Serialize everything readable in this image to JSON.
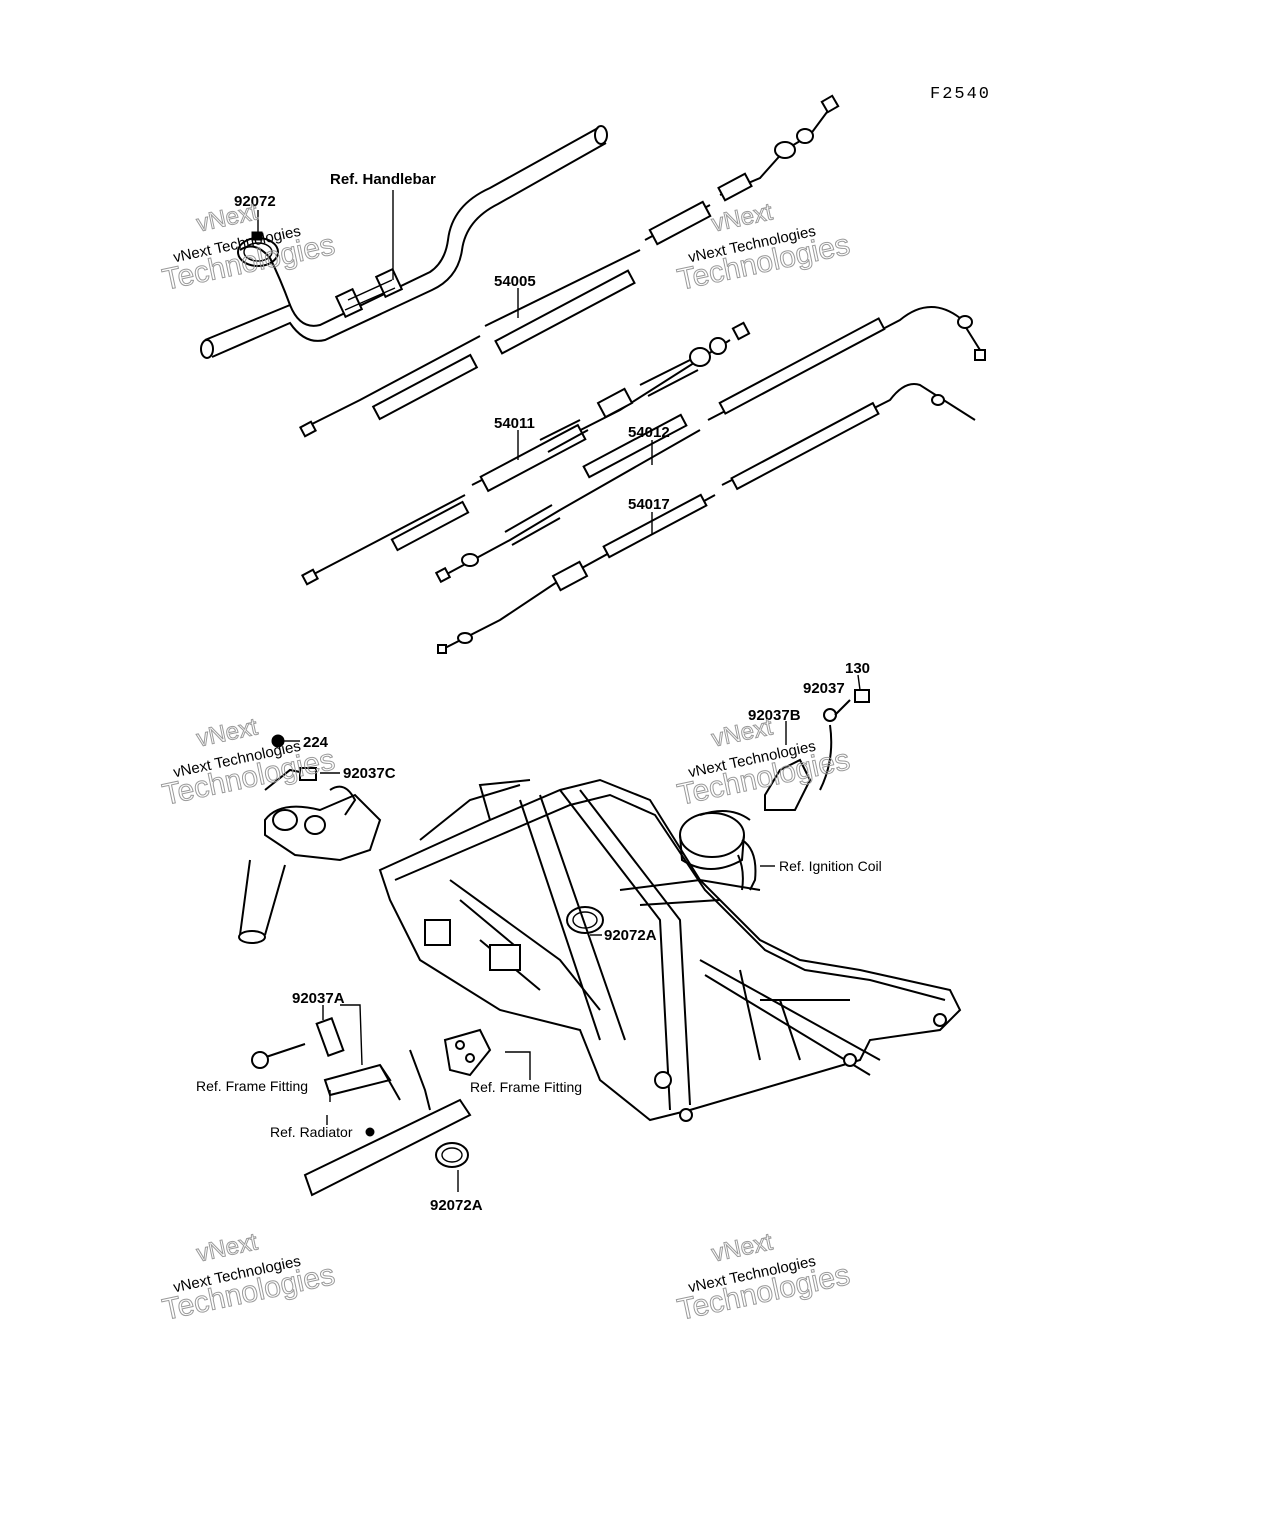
{
  "figure_code": "F2540",
  "labels": {
    "handlebar": "Ref. Handlebar",
    "p92072": "92072",
    "p54005": "54005",
    "p54011": "54011",
    "p54012": "54012",
    "p54017": "54017",
    "p130": "130",
    "p92037": "92037",
    "p92037B": "92037B",
    "p224": "224",
    "p92037C": "92037C",
    "ignition_coil": "Ref. Ignition Coil",
    "p92072A_frame": "92072A",
    "p92037A": "92037A",
    "frame_fitting_left": "Ref. Frame Fitting",
    "frame_fitting_right": "Ref. Frame Fitting",
    "radiator": "Ref. Radiator",
    "p92072A_bottom": "92072A"
  },
  "watermark": {
    "line1": "vNext Technologies",
    "line2": "vNext",
    "line3": "Technologies"
  }
}
